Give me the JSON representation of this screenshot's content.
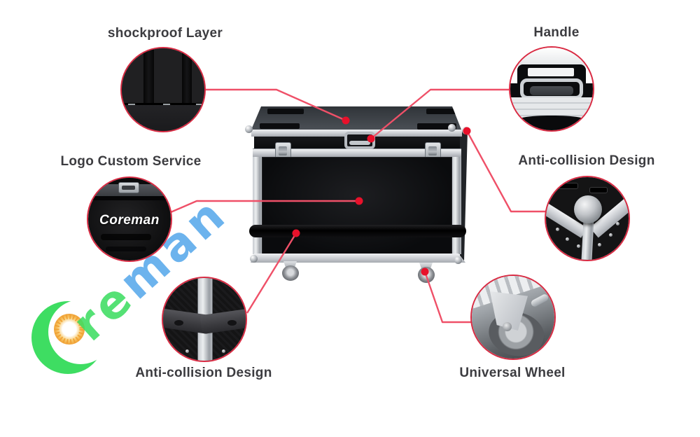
{
  "page": {
    "background": "#ffffff"
  },
  "accent": {
    "leader_line": "#ef5068",
    "dot": "#e8112b",
    "circle_border": "#d92b43",
    "title_text": "#3c3c40"
  },
  "callouts": {
    "shockproof": {
      "label": "shockproof Layer"
    },
    "handle": {
      "label": "Handle"
    },
    "logo_custom": {
      "label": "Logo Custom Service",
      "case_logo_text": "Coreman"
    },
    "anti_collision_corner": {
      "label": "Anti-collision Design"
    },
    "anti_collision_bumper": {
      "label": "Anti-collision Design"
    },
    "universal_wheel": {
      "label": "Universal Wheel"
    }
  },
  "watermark": {
    "letters_green": "re",
    "letters_blue": "man",
    "green": "#3edd62",
    "blue": "#58a8ea",
    "sun_orange": "#f0a236"
  }
}
